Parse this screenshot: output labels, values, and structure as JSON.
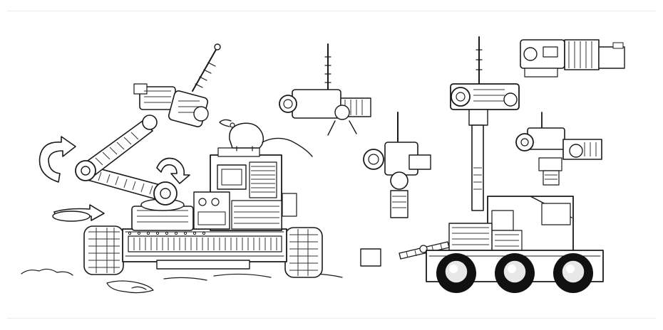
{
  "sheet": {
    "background": "#ffffff",
    "ink": "#1a1a1a",
    "rule_color": "#ececec"
  },
  "figures": [
    {
      "name": "tracked-robot-with-arm",
      "icon": "robot-arm-icon"
    },
    {
      "name": "rotation-arrows",
      "icon": "rotate-arrow-icon"
    },
    {
      "name": "mouse-figure",
      "icon": "mouse-icon"
    },
    {
      "name": "camera-head-detail-1",
      "icon": "camera-icon"
    },
    {
      "name": "camera-head-detail-2",
      "icon": "camera-icon"
    },
    {
      "name": "wheeled-robot-with-mast",
      "icon": "robot-mast-icon"
    },
    {
      "name": "camera-head-detail-3",
      "icon": "camera-icon"
    },
    {
      "name": "camera-head-detail-4",
      "icon": "camera-icon"
    }
  ]
}
